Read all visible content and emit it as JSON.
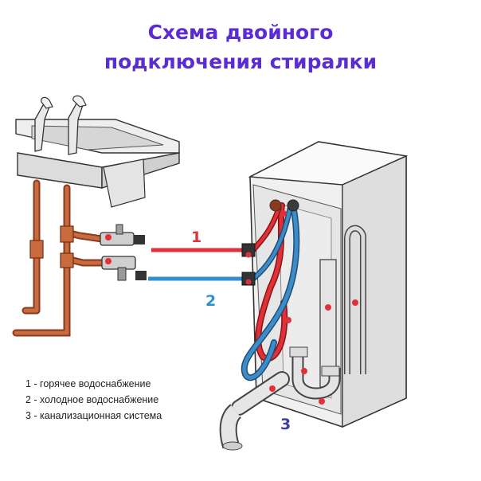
{
  "header": {
    "title_line1": "Схема двойного",
    "title_line2": "подключения стиралки"
  },
  "diagram": {
    "label_hot": "1",
    "label_cold": "2",
    "label_drain": "3"
  },
  "legend": {
    "items": [
      "1 - горячее водоснабжение",
      "2 - холодное водоснабжение",
      "3 - канализационная система"
    ]
  },
  "colors": {
    "title": "#5b2bd3",
    "hot_line": "#e0313b",
    "cold_line": "#2f8fd0",
    "drain_label": "#3b3fa3",
    "marker_dot": "#e0313b"
  }
}
